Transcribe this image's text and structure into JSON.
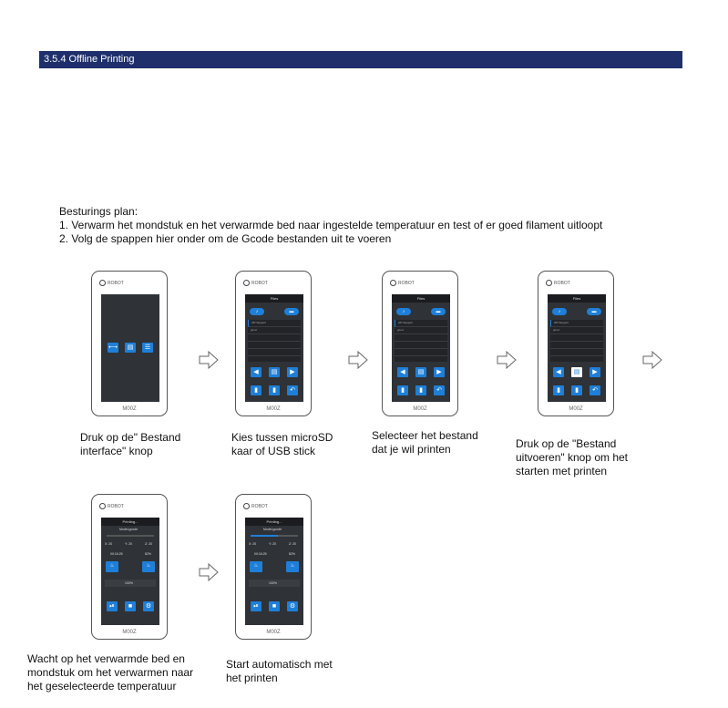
{
  "section": {
    "title": "3.5.4 Offline Printing"
  },
  "intro": {
    "heading": "Besturings plan:",
    "step1": "1. Verwarm het mondstuk en het verwarmde bed naar ingestelde temperatuur en test of er goed filament uitloopt",
    "step2": "2. Volg de spappen hier onder om de Gcode bestanden uit te voeren"
  },
  "device": {
    "model": "M00Z",
    "brand": "ROBOT"
  },
  "screens": {
    "files_title": "Files",
    "printing_title": "Printing...",
    "model_name": "Model.gcode",
    "file_list_selected": "3/P-Support",
    "file_list_item": "gcod",
    "coords": {
      "x": "X: 20",
      "y": "Y: 20",
      "z": "Z: 20"
    },
    "time": "00:16:25",
    "fan": "82%",
    "speed": "100%",
    "btn_heat1": "20/+160",
    "btn_heat2": "20/+60"
  },
  "captions": {
    "c1_line1": "Druk op de\" Bestand",
    "c1_line2": "interface\" knop",
    "c2_line1": "Kies tussen microSD",
    "c2_line2": "kaar of USB stick",
    "c3_line1": "Selecteer het bestand",
    "c3_line2": "dat je wil printen",
    "c4_line1": "Druk op de \"Bestand",
    "c4_line2": "uitvoeren\" knop om het",
    "c4_line3": "starten met printen",
    "c5_line1": "Wacht op het verwarmde bed en",
    "c5_line2": "mondstuk om het verwarmen naar",
    "c5_line3": "het geselecteerde temperatuur",
    "c6_line1": "Start automatisch met",
    "c6_line2": "het printen"
  }
}
